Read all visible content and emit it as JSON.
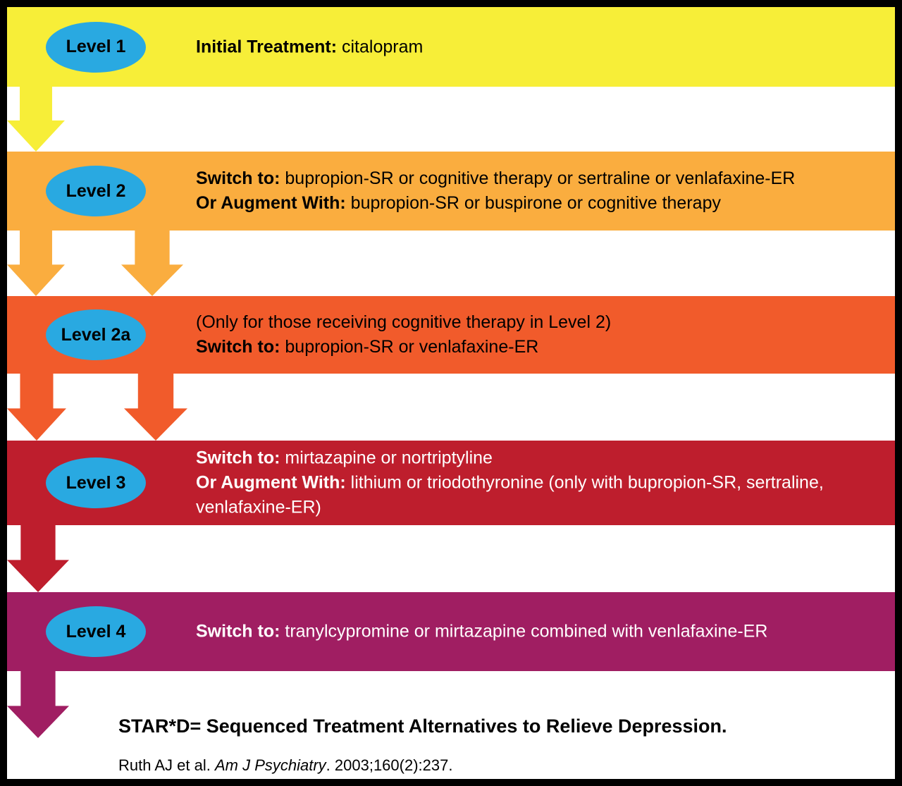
{
  "badge_color": "#29A9E1",
  "levels": [
    {
      "badge": "Level 1",
      "color": "#F7EE38",
      "text_color": "#000000",
      "lines": [
        {
          "bold": "Initial Treatment:",
          "rest": " citalopram"
        }
      ]
    },
    {
      "badge": "Level 2",
      "color": "#FAAD3F",
      "text_color": "#000000",
      "lines": [
        {
          "bold": "Switch to:",
          "rest": " bupropion-SR or cognitive therapy or sertraline or venlafaxine-ER"
        },
        {
          "bold": "Or Augment With:",
          "rest": " bupropion-SR or buspirone or cognitive therapy"
        }
      ]
    },
    {
      "badge": "Level 2a",
      "color": "#F15B2B",
      "text_color": "#000000",
      "lines": [
        {
          "bold": "",
          "rest": "(Only for those receiving cognitive therapy in Level 2)"
        },
        {
          "bold": "Switch to:",
          "rest": " bupropion-SR or venlafaxine-ER"
        }
      ]
    },
    {
      "badge": "Level 3",
      "color": "#BE1E2D",
      "text_color": "#FFFFFF",
      "lines": [
        {
          "bold": "Switch to:",
          "rest": " mirtazapine or nortriptyline"
        },
        {
          "bold": "Or Augment With:",
          "rest": " lithium or triodothyronine (only with bupropion-SR, sertraline, venlafaxine-ER)"
        }
      ]
    },
    {
      "badge": "Level 4",
      "color": "#A01E62",
      "text_color": "#FFFFFF",
      "lines": [
        {
          "bold": "Switch to:",
          "rest": " tranylcypromine or mirtazapine combined with venlafaxine-ER"
        }
      ]
    }
  ],
  "footer": {
    "definition": "STAR*D= Sequenced Treatment Alternatives to Relieve Depression.",
    "citation": {
      "prefix": "Ruth AJ et al. ",
      "journal_italic": "Am J Psychiatry",
      "suffix": ". 2003;160(2):237."
    }
  }
}
